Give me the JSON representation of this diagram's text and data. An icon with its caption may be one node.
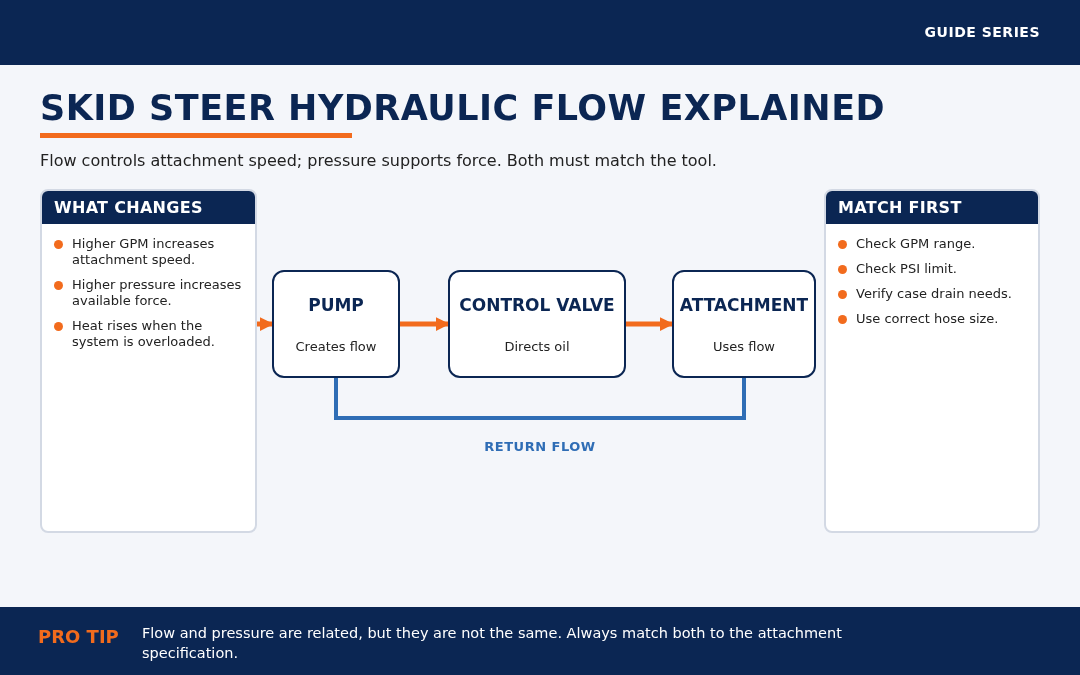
{
  "diagram": {
    "title": "SKID STEER HYDRAULIC FLOW EXPLAINED",
    "nodes": [
      {
        "text": [
          "WHAT CHANGES",
          "Higher GPM increases attachment speed.",
          "Higher pressure increases available force.",
          "Heat rises when the system is overloaded."
        ]
      },
      {
        "text": [
          "PUMP",
          "Creates flow"
        ]
      },
      {
        "text": [
          "CONTROL VALVE",
          "Directs oil"
        ]
      },
      {
        "text": [
          "ATTACHMENT",
          "Uses flow"
        ]
      },
      {
        "text": [
          "MATCH FIRST",
          "Check GPM range.",
          "Check PSI limit.",
          "Verify case drain needs.",
          "Use correct hose size."
        ]
      }
    ],
    "edges": [
      {
        "from": 0,
        "to": 1,
        "arrow": "to"
      },
      {
        "from": 1,
        "to": 2,
        "arrow": "to"
      },
      {
        "from": 2,
        "to": 3,
        "arrow": "to"
      },
      {
        "from": 3,
        "to": 1,
        "arrow": "none",
        "label": "RETURN FLOW",
        "color": "#2f6db5"
      }
    ],
    "labels": [
      "GUIDE SERIES",
      "Flow controls attachment speed; pressure supports force. Both must match the tool.",
      "PRO TIP",
      "Flow and pressure are related, but they are not the same. Always match both to the attachment specification."
    ]
  }
}
